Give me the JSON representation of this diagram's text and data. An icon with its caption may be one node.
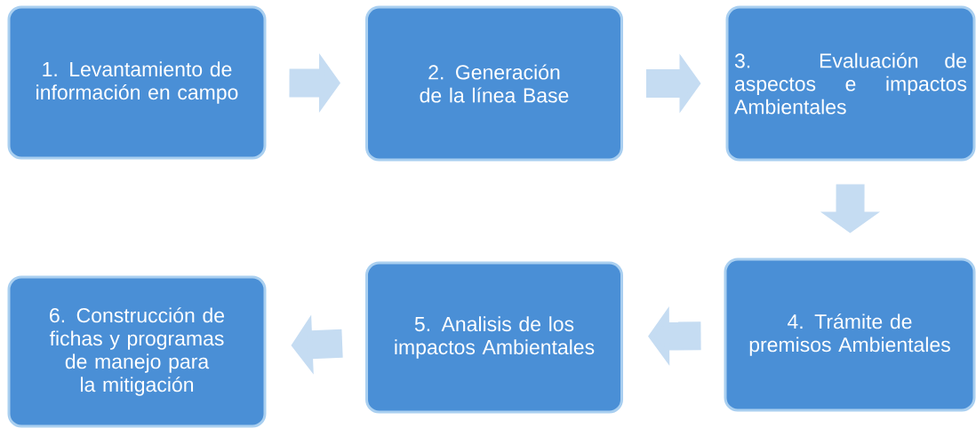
{
  "diagram": {
    "nodes": [
      {
        "text": [
          "1. Levantamiento de información en campo"
        ]
      },
      {
        "text": [
          "2. Generación de la línea Base"
        ]
      },
      {
        "text": [
          "3. Evaluación de aspectos e impactos Ambientales"
        ]
      },
      {
        "text": [
          "4. Trámite de premisos Ambientales"
        ]
      },
      {
        "text": [
          "5. Analisis de los impactos Ambientales"
        ]
      },
      {
        "text": [
          "6. Construcción de fichas y programas de manejo para la mitigación"
        ]
      }
    ],
    "edges": [
      {
        "from": 0,
        "to": 1,
        "arrow": "to"
      },
      {
        "from": 1,
        "to": 2,
        "arrow": "to"
      },
      {
        "from": 2,
        "to": 3,
        "arrow": "to"
      },
      {
        "from": 3,
        "to": 4,
        "arrow": "to"
      },
      {
        "from": 4,
        "to": 5,
        "arrow": "to"
      }
    ]
  }
}
